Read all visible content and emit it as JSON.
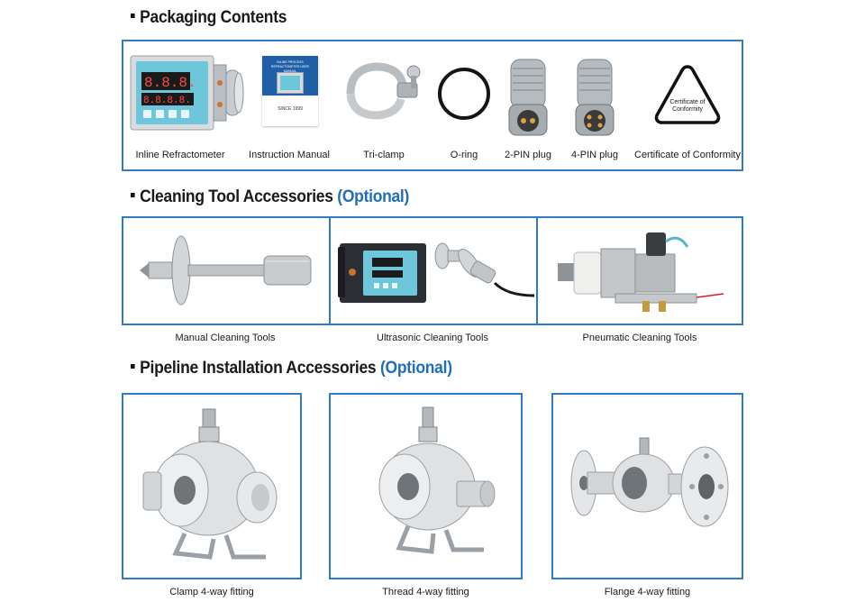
{
  "sections": {
    "packaging": {
      "title": "Packaging Contents",
      "items": [
        {
          "label": "Inline Refractometer"
        },
        {
          "label": "Instruction Manual",
          "manual_title": "INLINE PROCESS REFRACTOMETER USER MANUAL",
          "manual_since": "SINCE 1999"
        },
        {
          "label": "Tri-clamp"
        },
        {
          "label": "O-ring"
        },
        {
          "label": "2-PIN plug"
        },
        {
          "label": "4-PIN plug"
        },
        {
          "label": "Certificate of Conformity",
          "badge_text": "Certificate of Conformity"
        }
      ]
    },
    "cleaning": {
      "title": "Cleaning Tool Accessories",
      "optional": "(Optional)",
      "items": [
        {
          "label": "Manual Cleaning Tools"
        },
        {
          "label": "Ultrasonic Cleaning Tools"
        },
        {
          "label": "Pneumatic Cleaning Tools"
        }
      ]
    },
    "pipeline": {
      "title": "Pipeline Installation Accessories",
      "optional": "(Optional)",
      "items": [
        {
          "label": "Clamp 4-way fitting"
        },
        {
          "label": "Thread 4-way fitting"
        },
        {
          "label": "Flange 4-way fitting"
        }
      ]
    }
  },
  "colors": {
    "frame_blue": "#2f7cc4",
    "optional_blue": "#1f6fb8",
    "device_cyan": "#6ec6da"
  }
}
